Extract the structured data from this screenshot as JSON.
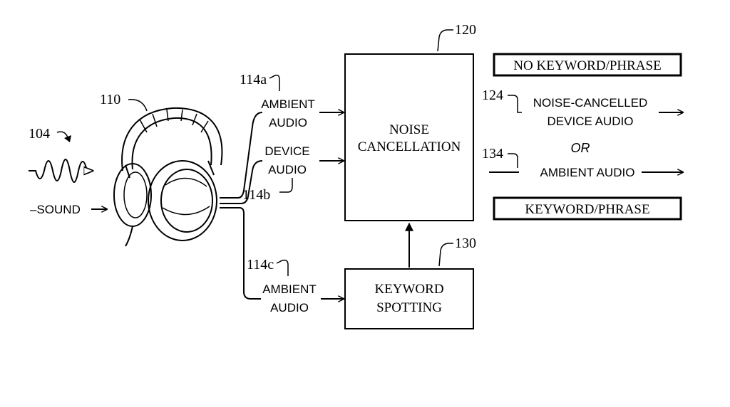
{
  "refs": {
    "sound_source": "104",
    "headphones": "110",
    "ambient_a": "114a",
    "device": "114b",
    "ambient_c": "114c",
    "noise_cancellation": "120",
    "output_noise_cancelled": "124",
    "keyword_spotting": "130",
    "output_ambient": "134"
  },
  "labels": {
    "sound": "SOUND",
    "ambient_line1": "AMBIENT",
    "ambient_line2": "AUDIO",
    "device_line1": "DEVICE",
    "device_line2": "AUDIO",
    "noise_line1": "NOISE",
    "noise_line2": "CANCELLATION",
    "keyword_line1": "KEYWORD",
    "keyword_line2": "SPOTTING",
    "no_keyword_phrase": "NO KEYWORD/PHRASE",
    "keyword_phrase": "KEYWORD/PHRASE",
    "nc_line1": "NOISE-CANCELLED",
    "nc_line2": "DEVICE AUDIO",
    "or": "OR",
    "ambient_output": "AMBIENT AUDIO"
  }
}
